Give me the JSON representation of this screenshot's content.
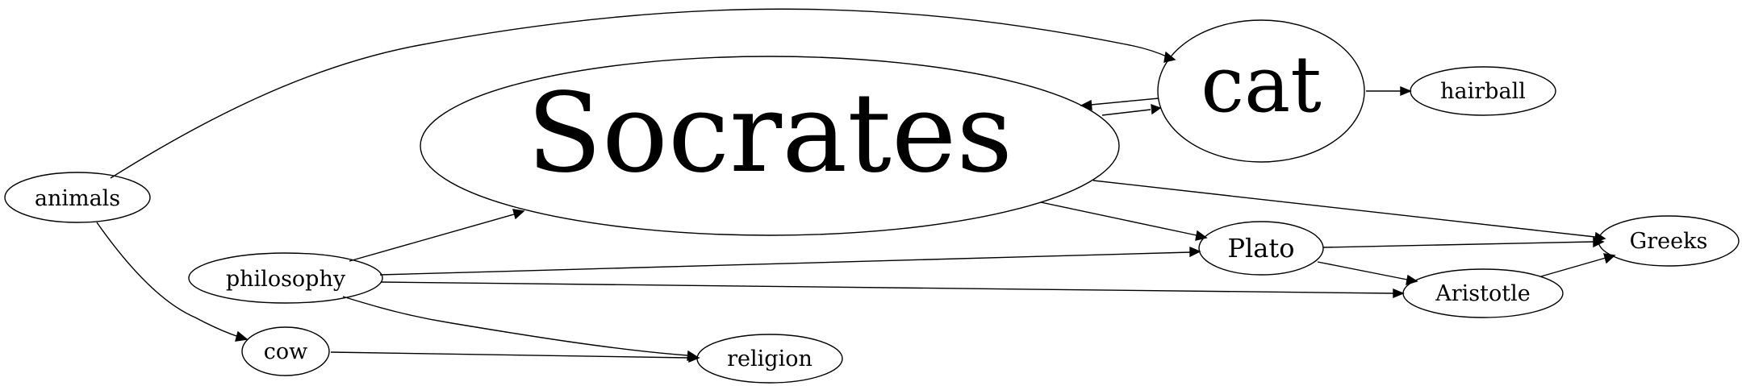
{
  "graph": {
    "nodes": [
      {
        "id": "animals",
        "label": "animals"
      },
      {
        "id": "cat",
        "label": "cat"
      },
      {
        "id": "hairball",
        "label": "hairball"
      },
      {
        "id": "socrates",
        "label": "Socrates"
      },
      {
        "id": "philosophy",
        "label": "philosophy"
      },
      {
        "id": "plato",
        "label": "Plato"
      },
      {
        "id": "greeks",
        "label": "Greeks"
      },
      {
        "id": "aristotle",
        "label": "Aristotle"
      },
      {
        "id": "cow",
        "label": "cow"
      },
      {
        "id": "religion",
        "label": "religion"
      }
    ],
    "edges": [
      {
        "from": "animals",
        "to": "cat"
      },
      {
        "from": "animals",
        "to": "cow"
      },
      {
        "from": "cat",
        "to": "hairball"
      },
      {
        "from": "cat",
        "to": "socrates"
      },
      {
        "from": "socrates",
        "to": "cat"
      },
      {
        "from": "socrates",
        "to": "plato"
      },
      {
        "from": "socrates",
        "to": "greeks"
      },
      {
        "from": "philosophy",
        "to": "socrates"
      },
      {
        "from": "philosophy",
        "to": "plato"
      },
      {
        "from": "philosophy",
        "to": "aristotle"
      },
      {
        "from": "philosophy",
        "to": "religion"
      },
      {
        "from": "plato",
        "to": "greeks"
      },
      {
        "from": "plato",
        "to": "aristotle"
      },
      {
        "from": "aristotle",
        "to": "greeks"
      },
      {
        "from": "cow",
        "to": "religion"
      }
    ]
  }
}
